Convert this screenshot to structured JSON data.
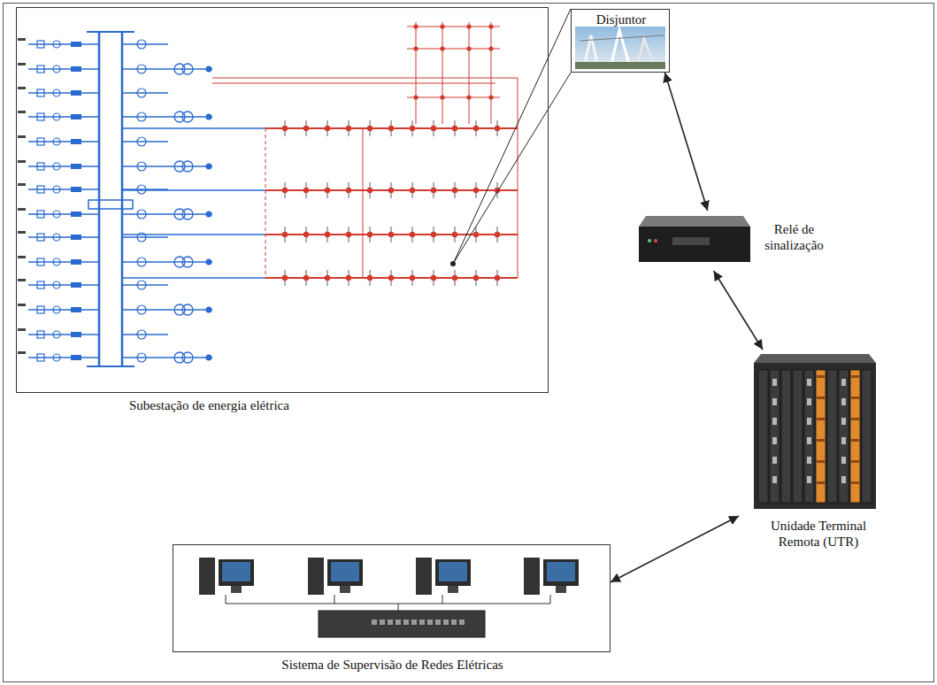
{
  "diagram": {
    "nodes": [
      {
        "text": [
          "Subestação de energia elétrica"
        ]
      },
      {
        "text": [
          "Disjuntor"
        ]
      },
      {
        "text": [
          "Relé de sinalização"
        ]
      },
      {
        "text": [
          "Unidade Terminal Remota (UTR)"
        ]
      },
      {
        "text": [
          "Sistema de Supervisão de Redes Elétricas"
        ]
      }
    ],
    "edges": [
      {
        "from": 1,
        "to": 2,
        "arrow": "both"
      },
      {
        "from": 2,
        "to": 3,
        "arrow": "both"
      },
      {
        "from": 3,
        "to": 4,
        "arrow": "both"
      }
    ]
  }
}
